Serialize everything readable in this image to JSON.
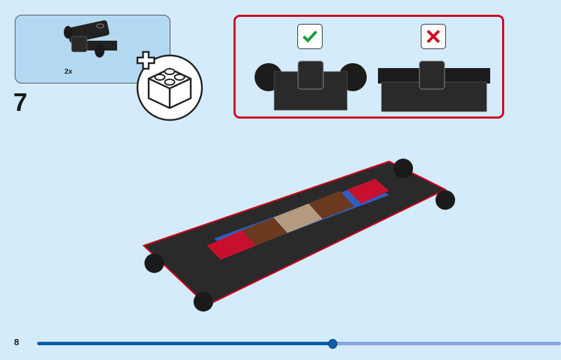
{
  "callout": {
    "quantity": "2x"
  },
  "step": {
    "number": "7"
  },
  "comparison": {
    "correct_icon": "check-icon",
    "wrong_icon": "cross-icon",
    "correct_color": "#1a9a3c",
    "wrong_color": "#d0021b"
  },
  "footer": {
    "page_number": "8",
    "progress": 0.564
  },
  "colors": {
    "background": "#d4ebfb",
    "progress_fill": "#0a5fa8",
    "progress_track": "#8aa7d9",
    "accent_red": "#d0021b"
  }
}
